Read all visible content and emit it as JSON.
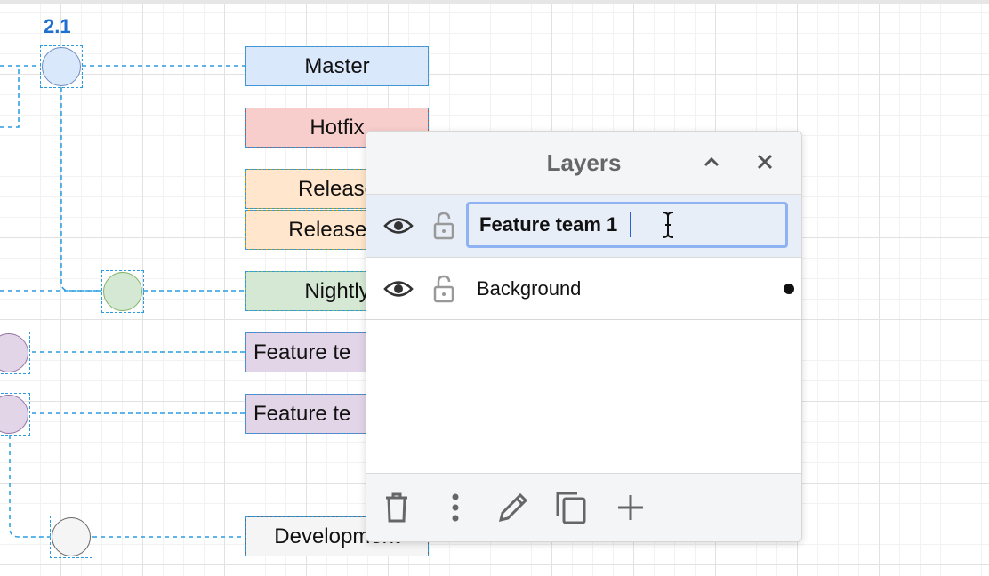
{
  "diagram": {
    "version_label": "2.1",
    "branches": [
      {
        "label": "Master",
        "fill": "#dae8fc",
        "stroke": "#6c8ebf"
      },
      {
        "label": "Hotfix",
        "fill": "#f8cecc",
        "stroke": "#b85450"
      },
      {
        "label": "Release",
        "fill": "#ffe6cc",
        "stroke": "#d79b00"
      },
      {
        "label": "Release F",
        "fill": "#ffe6cc",
        "stroke": "#d79b00"
      },
      {
        "label": "Nightly",
        "fill": "#d5e8d4",
        "stroke": "#82b366"
      },
      {
        "label": "Feature te",
        "fill": "#e1d5e7",
        "stroke": "#9673a6"
      },
      {
        "label": "Feature te",
        "fill": "#e1d5e7",
        "stroke": "#9673a6"
      },
      {
        "label": "Development",
        "fill": "#f5f5f5",
        "stroke": "#666666"
      }
    ],
    "selection_color": "#2a9be0"
  },
  "layers_panel": {
    "title": "Layers",
    "layers": [
      {
        "name": "Feature team 1",
        "editing": true,
        "visible": true,
        "locked": false,
        "is_current": false
      },
      {
        "name": "Background",
        "editing": false,
        "visible": true,
        "locked": false,
        "is_current": true
      }
    ],
    "header_icons": [
      "chevron-up-icon",
      "close-icon"
    ],
    "footer_icons": [
      "trash-icon",
      "more-vertical-icon",
      "pencil-icon",
      "duplicate-icon",
      "plus-icon"
    ],
    "active_input_border": "#8fb2f2"
  }
}
